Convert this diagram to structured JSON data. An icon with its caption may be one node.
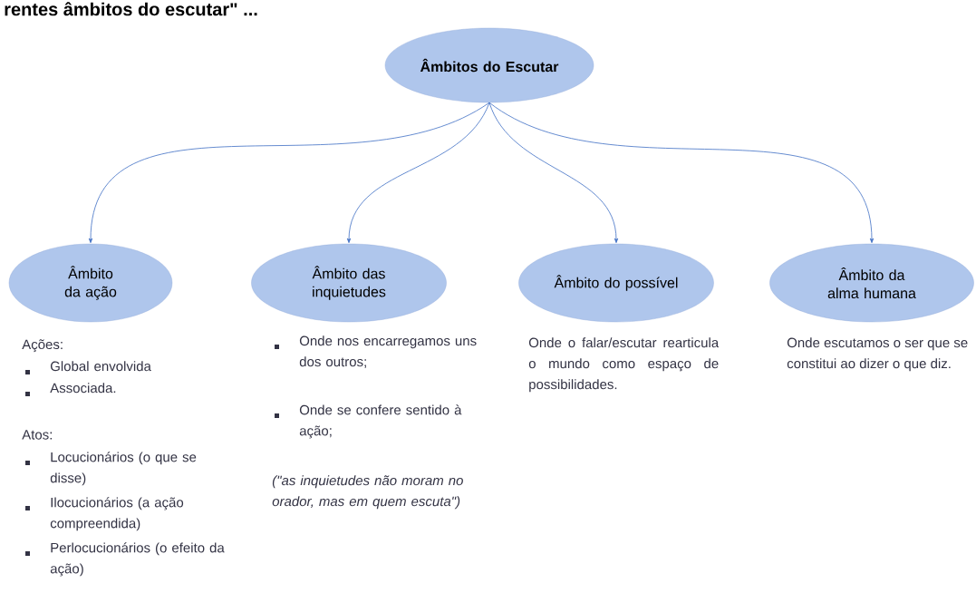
{
  "diagram": {
    "title": "rentes âmbitos do escutar\" ...",
    "nodes": [
      {
        "text": [
          "Âmbitos do Escutar"
        ]
      },
      {
        "text": [
          "Âmbito da ação"
        ],
        "beside": [
          "Ações:",
          "Global envolvida",
          "Associada.",
          "Atos:",
          "Locucionários (o que se disse)",
          "Ilocucionários (a ação compreendida)",
          "Perlocucionários (o efeito da ação)"
        ]
      },
      {
        "text": [
          "Âmbito das inquietudes"
        ],
        "beside": [
          "Onde nos encarregamos uns dos outros;",
          "Onde se confere sentido à ação;",
          "(\"as inquietudes não moram no orador, mas em quem escuta\")"
        ]
      },
      {
        "text": [
          "Âmbito do possível"
        ],
        "beside": [
          "Onde o falar/escutar rearticula o mundo como espaço de possibilidades."
        ]
      },
      {
        "text": [
          "Âmbito da alma humana"
        ],
        "beside": [
          "Onde escutamos o ser que se constitui ao dizer o que diz."
        ]
      }
    ],
    "edges": [
      {
        "from": 0,
        "to": 1,
        "arrow": "to"
      },
      {
        "from": 0,
        "to": 2,
        "arrow": "to"
      },
      {
        "from": 0,
        "to": 3,
        "arrow": "to"
      },
      {
        "from": 0,
        "to": 4,
        "arrow": "to"
      }
    ]
  }
}
